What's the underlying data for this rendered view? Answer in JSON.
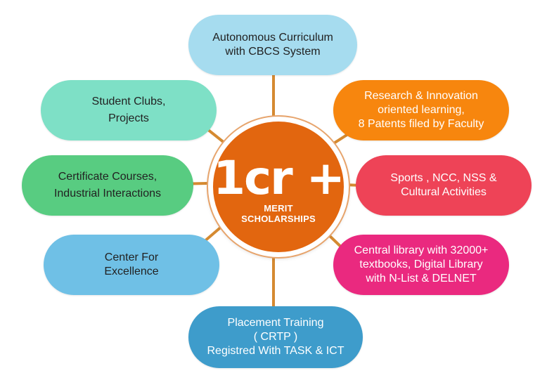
{
  "hub": {
    "headline": "1cr +",
    "line1": "MERIT",
    "line2": "SCHOLARSHIPS",
    "color": "#e2660f"
  },
  "connector_color": "#d58a31",
  "nodes": [
    {
      "id": "curriculum",
      "lines": [
        "Autonomous Curriculum",
        "with CBCS System"
      ],
      "color": "#a6dcef"
    },
    {
      "id": "research",
      "lines": [
        "Research & Innovation",
        "oriented learning,",
        "8 Patents filed by Faculty"
      ],
      "color": "#f7860e"
    },
    {
      "id": "sports",
      "lines": [
        "Sports , NCC, NSS &",
        "Cultural Activities"
      ],
      "color": "#ee4357"
    },
    {
      "id": "library",
      "lines": [
        "Central library with 32000+",
        "textbooks, Digital  Library",
        "with N-List & DELNET"
      ],
      "color": "#ea297f"
    },
    {
      "id": "placement",
      "lines": [
        "Placement Training",
        "( CRTP )",
        "Registred With TASK & ICT"
      ],
      "color": "#3e9ccb"
    },
    {
      "id": "excellence",
      "lines": [
        "Center For",
        "Excellence"
      ],
      "color": "#6fc0e6"
    },
    {
      "id": "certificate",
      "lines": [
        "Certificate Courses,",
        "Industrial Interactions"
      ],
      "color": "#58cc81"
    },
    {
      "id": "clubs",
      "lines": [
        "Student Clubs,",
        "Projects"
      ],
      "color": "#7ee0c6"
    }
  ]
}
